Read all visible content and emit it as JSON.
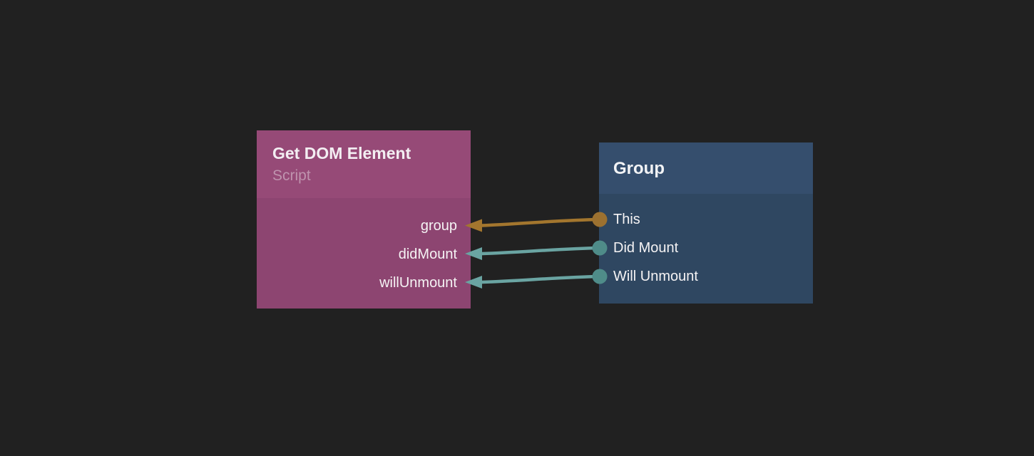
{
  "canvas": {
    "background": "#212121"
  },
  "nodes": {
    "get_dom_element": {
      "title": "Get DOM Element",
      "subtitle": "Script",
      "header_color": "#964a77",
      "body_color": "#8d4571",
      "title_color": "#f3eef2",
      "subtitle_color": "#bf93ae",
      "ports": [
        {
          "label": "group"
        },
        {
          "label": "didMount"
        },
        {
          "label": "willUnmount"
        }
      ]
    },
    "group": {
      "title": "Group",
      "header_color": "#354e6d",
      "body_color": "#2f4761",
      "title_color": "#f2f3f5",
      "ports": [
        {
          "label": "This",
          "dot_color": "#9c7130"
        },
        {
          "label": "Did Mount",
          "dot_color": "#4f8c89"
        },
        {
          "label": "Will Unmount",
          "dot_color": "#4f8c89"
        }
      ]
    }
  },
  "connections": [
    {
      "from_node": "Group",
      "from_port": "This",
      "to_node": "Get DOM Element",
      "to_port": "group",
      "color": "#a3762e"
    },
    {
      "from_node": "Group",
      "from_port": "Did Mount",
      "to_node": "Get DOM Element",
      "to_port": "didMount",
      "color": "#6aa4a2"
    },
    {
      "from_node": "Group",
      "from_port": "Will Unmount",
      "to_node": "Get DOM Element",
      "to_port": "willUnmount",
      "color": "#6aa4a2"
    }
  ]
}
